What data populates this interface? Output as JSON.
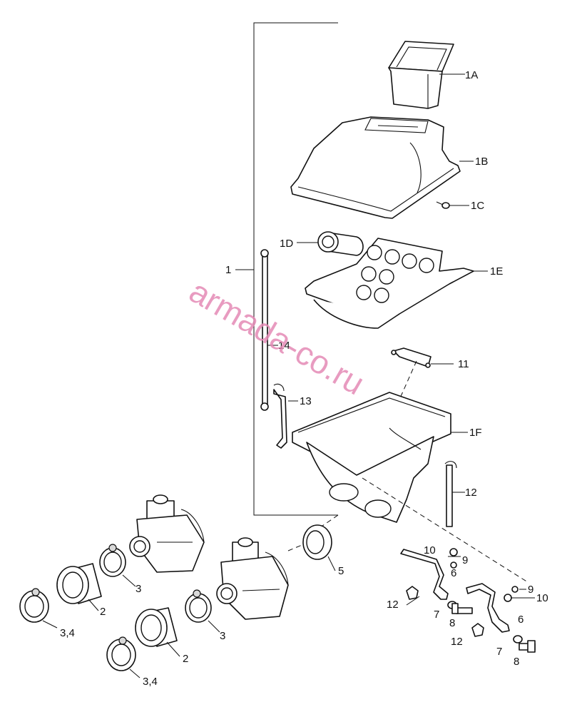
{
  "callouts": {
    "c1": "1",
    "c1A": "1A",
    "c1B": "1B",
    "c1C": "1C",
    "c1D": "1D",
    "c1E": "1E",
    "c1F": "1F",
    "c2a": "2",
    "c2b": "2",
    "c3a": "3",
    "c3b": "3",
    "c34a": "3,4",
    "c34b": "3,4",
    "c5": "5",
    "c6a": "6",
    "c6b": "6",
    "c7a": "7",
    "c7b": "7",
    "c8a": "8",
    "c8b": "8",
    "c9a": "9",
    "c9b": "9",
    "c10a": "10",
    "c10b": "10",
    "c11": "11",
    "c12a": "12",
    "c12b": "12",
    "c12c": "12",
    "c13": "13",
    "c14": "14"
  },
  "watermark": "armada-co.ru"
}
